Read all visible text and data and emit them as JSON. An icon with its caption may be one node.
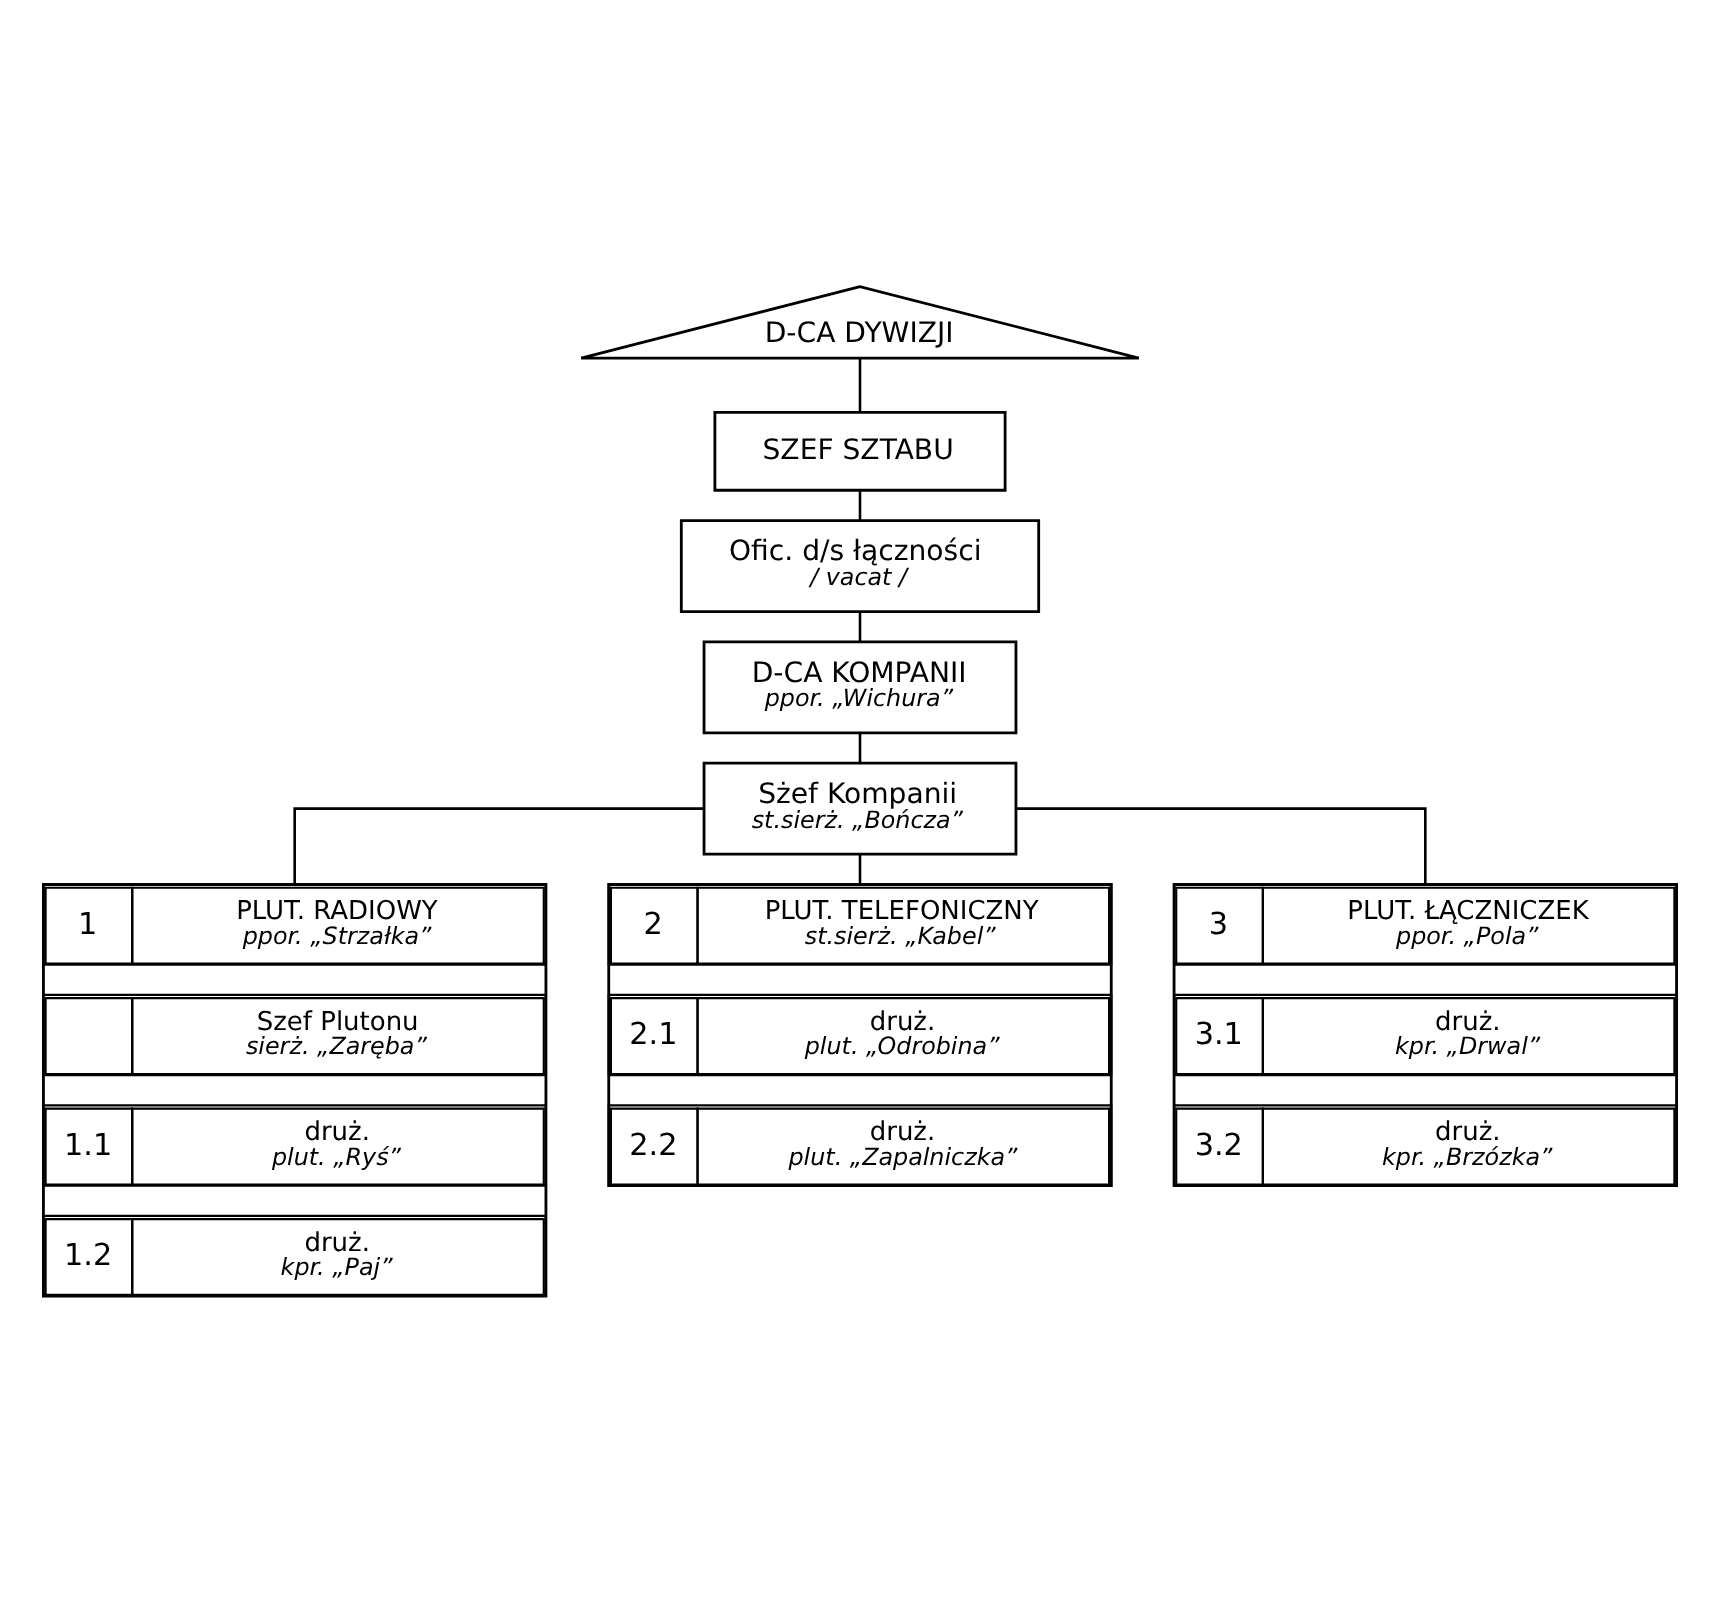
{
  "diagram": {
    "nodes": [
      {
        "text": [
          "D-CA DYWIZJI"
        ]
      },
      {
        "text": [
          "SZEF SZTABU"
        ]
      },
      {
        "text": [
          "Ofic. d/s łączności",
          "/ vacat /"
        ]
      },
      {
        "text": [
          "D-CA KOMPANII",
          "ppor. „Wichura”"
        ]
      },
      {
        "text": [
          "Sżef Kompanii",
          "st.sierż. „Bończa”"
        ]
      },
      {
        "text": [],
        "shape": "box"
      },
      {
        "text": [
          "1",
          "PLUT. RADIOWY",
          "ppor. „Strzałka”"
        ],
        "in": 5
      },
      {
        "text": [
          "Szef Plutonu",
          "sierż. „Zaręba”"
        ],
        "in": 5
      },
      {
        "text": [
          "1.1",
          "druż.",
          "plut. „Ryś”"
        ],
        "in": 5
      },
      {
        "text": [
          "1.2",
          "druż.",
          "kpr. „Paj”"
        ],
        "in": 5
      },
      {
        "text": [],
        "shape": "box"
      },
      {
        "text": [
          "2",
          "PLUT. TELEFONICZNY",
          "st.sierż. „Kabel”"
        ],
        "in": 10
      },
      {
        "text": [
          "2.1",
          "druż.",
          "plut. „Odrobina”"
        ],
        "in": 10
      },
      {
        "text": [
          "2.2",
          "druż.",
          "plut. „Zapalniczka”"
        ],
        "in": 10
      },
      {
        "text": [],
        "shape": "box"
      },
      {
        "text": [
          "3",
          "PLUT. ŁĄCZNICZEK",
          "ppor. „Pola”"
        ],
        "in": 14
      },
      {
        "text": [
          "3.1",
          "druż.",
          "kpr. „Drwal”"
        ],
        "in": 14
      },
      {
        "text": [
          "3.2",
          "druż.",
          "kpr. „Brzózka”"
        ],
        "in": 14
      }
    ],
    "edges": [
      {
        "from": 0,
        "to": 1,
        "arrow": "none"
      },
      {
        "from": 1,
        "to": 2,
        "arrow": "none"
      },
      {
        "from": 2,
        "to": 3,
        "arrow": "none"
      },
      {
        "from": 3,
        "to": 4,
        "arrow": "none"
      },
      {
        "from": 4,
        "to": 6,
        "arrow": "none"
      },
      {
        "from": 4,
        "to": 11,
        "arrow": "none"
      },
      {
        "from": 4,
        "to": 15,
        "arrow": "none"
      }
    ]
  }
}
